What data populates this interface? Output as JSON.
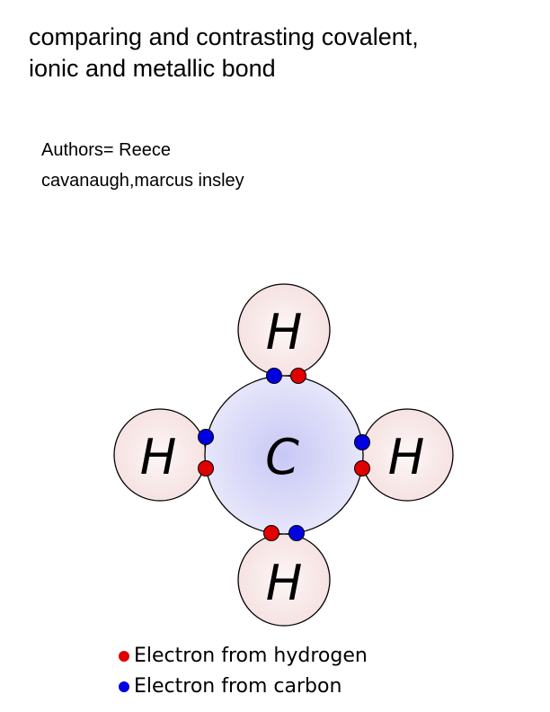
{
  "title": {
    "line1": "comparing and contrasting covalent,",
    "line2": "ionic and metallic bond"
  },
  "authors": {
    "line1": "Authors= Reece",
    "line2": "cavanaugh,marcus insley"
  },
  "diagram": {
    "center_atom": "C",
    "outer_atom_top": "H",
    "outer_atom_left": "H",
    "outer_atom_right": "H",
    "outer_atom_bottom": "H"
  },
  "legend": {
    "hydrogen_label": "Electron from hydrogen",
    "carbon_label": "Electron from carbon"
  },
  "colors": {
    "hydrogen_electron": "#e00000",
    "carbon_electron": "#0000e0",
    "carbon_fill": "#dcdcf6",
    "hydrogen_fill": "#fbeeee"
  }
}
